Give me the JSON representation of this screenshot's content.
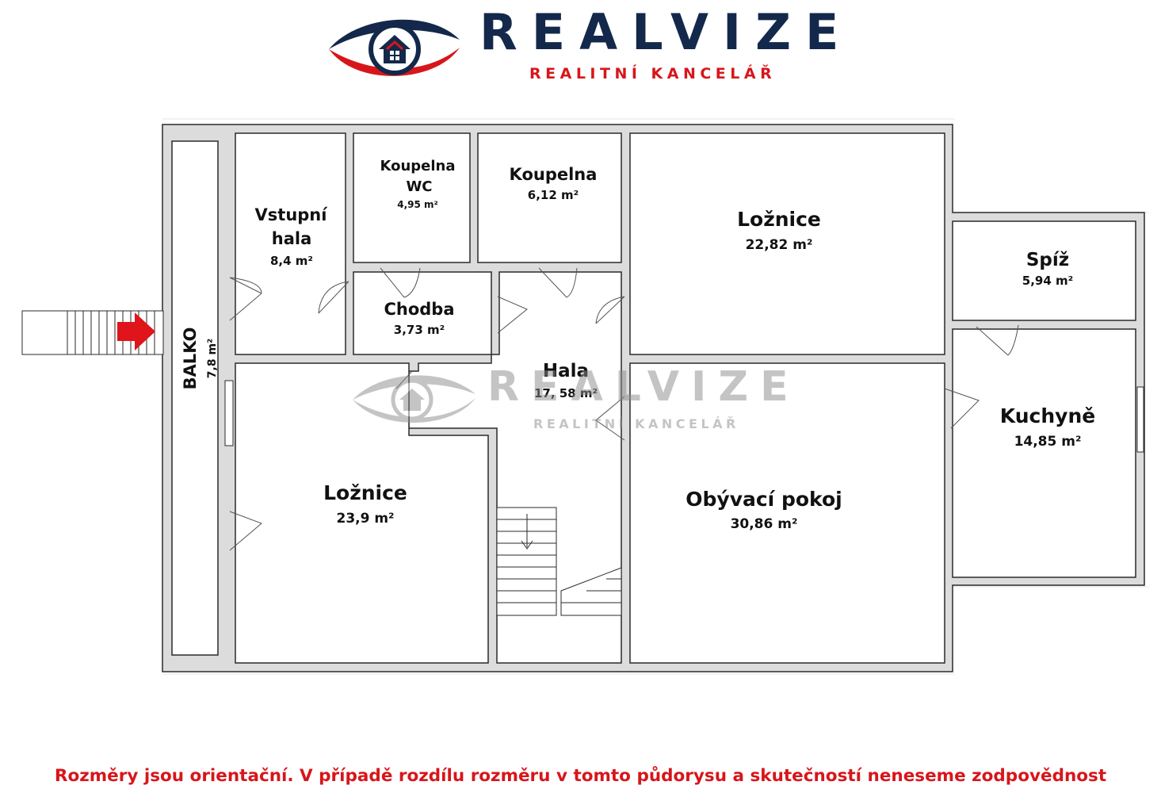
{
  "header": {
    "brand": "REALVIZE",
    "tagline": "REALITNÍ KANCELÁŘ"
  },
  "watermark": {
    "brand": "REALVIZE",
    "tagline": "REALITNÍ KANCELÁŘ"
  },
  "rooms": {
    "vstupni_hala": {
      "name_line1": "Vstupní",
      "name_line2": "hala",
      "area": "8,4 m²"
    },
    "koupelna_wc": {
      "name_line1": "Koupelna",
      "name_line2": "WC",
      "area": "4,95 m²"
    },
    "koupelna": {
      "name": "Koupelna",
      "area": "6,12 m²"
    },
    "loznice_top": {
      "name": "Ložnice",
      "area": "22,82 m²"
    },
    "spiz": {
      "name": "Spíž",
      "area": "5,94 m²"
    },
    "chodba": {
      "name": "Chodba",
      "area": "3,73 m²"
    },
    "hala": {
      "name": "Hala",
      "area": "17, 58 m²"
    },
    "balko": {
      "name": "BALKO",
      "area": "7,8 m²"
    },
    "loznice_bottom": {
      "name": "Ložnice",
      "area": "23,9 m²"
    },
    "obyvaci_pokoj": {
      "name": "Obývací pokoj",
      "area": "30,86 m²"
    },
    "kuchyne": {
      "name": "Kuchyně",
      "area": "14,85 m²"
    }
  },
  "disclaimer": "Rozměry jsou orientační. V případě rozdílu rozměru v tomto půdorysu a skutečností neneseme zodpovědnost",
  "colors": {
    "brand_navy": "#13284b",
    "brand_red": "#d7161b",
    "wall_fill": "#dcdcdc",
    "wall_stroke": "#2a2a2a",
    "arrow_red": "#e0141b",
    "watermark_gray": "#8a8a8a"
  },
  "icons": {
    "logo": "eye-house-logo",
    "entrance": "entrance-arrow-icon",
    "stairs_direction": "stairs-down-arrow-icon"
  }
}
